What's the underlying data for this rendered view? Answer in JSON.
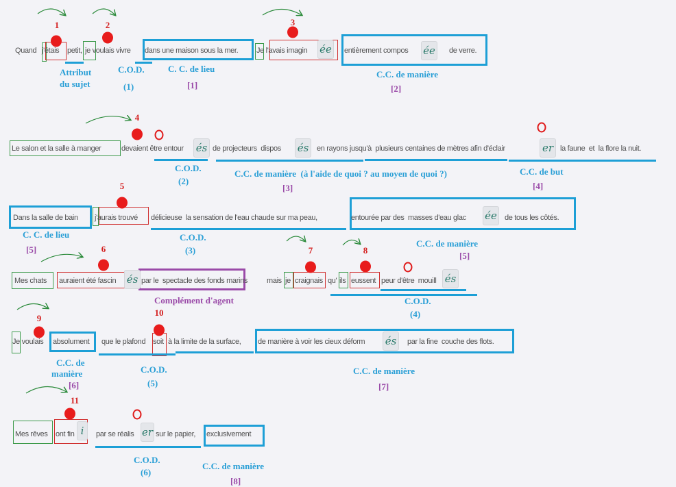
{
  "rows": [
    {
      "s": [
        "Quand",
        "j'étais",
        "petit,",
        "je voulais vivre",
        "dans une maison sous la mer.",
        "Je l'avais imagin",
        "ée",
        "entièrement compos",
        "ée",
        "de verre."
      ]
    },
    {
      "s": [
        "Le salon et la salle à manger",
        "devaient être entour",
        "és",
        "de projecteurs  dispos",
        "és",
        "en rayons jusqu'à  plusieurs centaines de mètres afin d'éclair",
        "er",
        "la faune  et  la flore la nuit."
      ]
    },
    {
      "s": [
        "Dans la salle de bain",
        "j'aurais trouvé",
        "délicieuse  la sensation de l'eau chaude sur ma peau,",
        "entourée par des  masses d'eau glac",
        "ée",
        "de tous les côtés."
      ]
    },
    {
      "s": [
        "Mes chats",
        "auraient été fascin",
        "és",
        "par le  spectacle des fonds marins",
        "mais",
        "je",
        "craignais",
        "qu'",
        "ils",
        "eussent",
        "peur d'être  mouill",
        "és"
      ]
    },
    {
      "s": [
        "Je voulais",
        "absolument",
        "que le plafond",
        "soit",
        "à la limite de la surface,",
        "de manière à voir les cieux déform",
        "és",
        "par la fine  couche des flots."
      ]
    },
    {
      "s": [
        "Mes rêves",
        "ont fin",
        "i",
        "par se réalis",
        "er",
        "sur le papier,",
        "exclusivement"
      ]
    }
  ],
  "numbers": [
    "1",
    "2",
    "3",
    "4",
    "5",
    "6",
    "7",
    "8",
    "9",
    "10",
    "11"
  ],
  "labels": {
    "attr1": "Attribut",
    "attr2": "du sujet",
    "cod": "C.O.D.",
    "cod1": "(1)",
    "ccl": "C. C. de lieu",
    "b1": "[1]",
    "ccm": "C.C. de manière",
    "b2": "[2]",
    "cod2": "(2)",
    "ccm_q": "C.C. de manière  (à l'aide de quoi ? au moyen de quoi ?)",
    "b3": "[3]",
    "ccbut": "C.C. de but",
    "b4": "[4]",
    "b5a": "[5]",
    "cod3": "(3)",
    "b5b": "[5]",
    "agent": "Complément d'agent",
    "cod4": "(4)",
    "ccde": "C.C. de",
    "maniere": "manière",
    "b6": "[6]",
    "cod5": "(5)",
    "b7": "[7]",
    "cod6": "(6)",
    "b8": "[8]"
  },
  "colors": {
    "blue": "#1d9fd6",
    "red": "#e81c1c",
    "green": "#3c9a4a",
    "purple": "#9a4aa8"
  }
}
